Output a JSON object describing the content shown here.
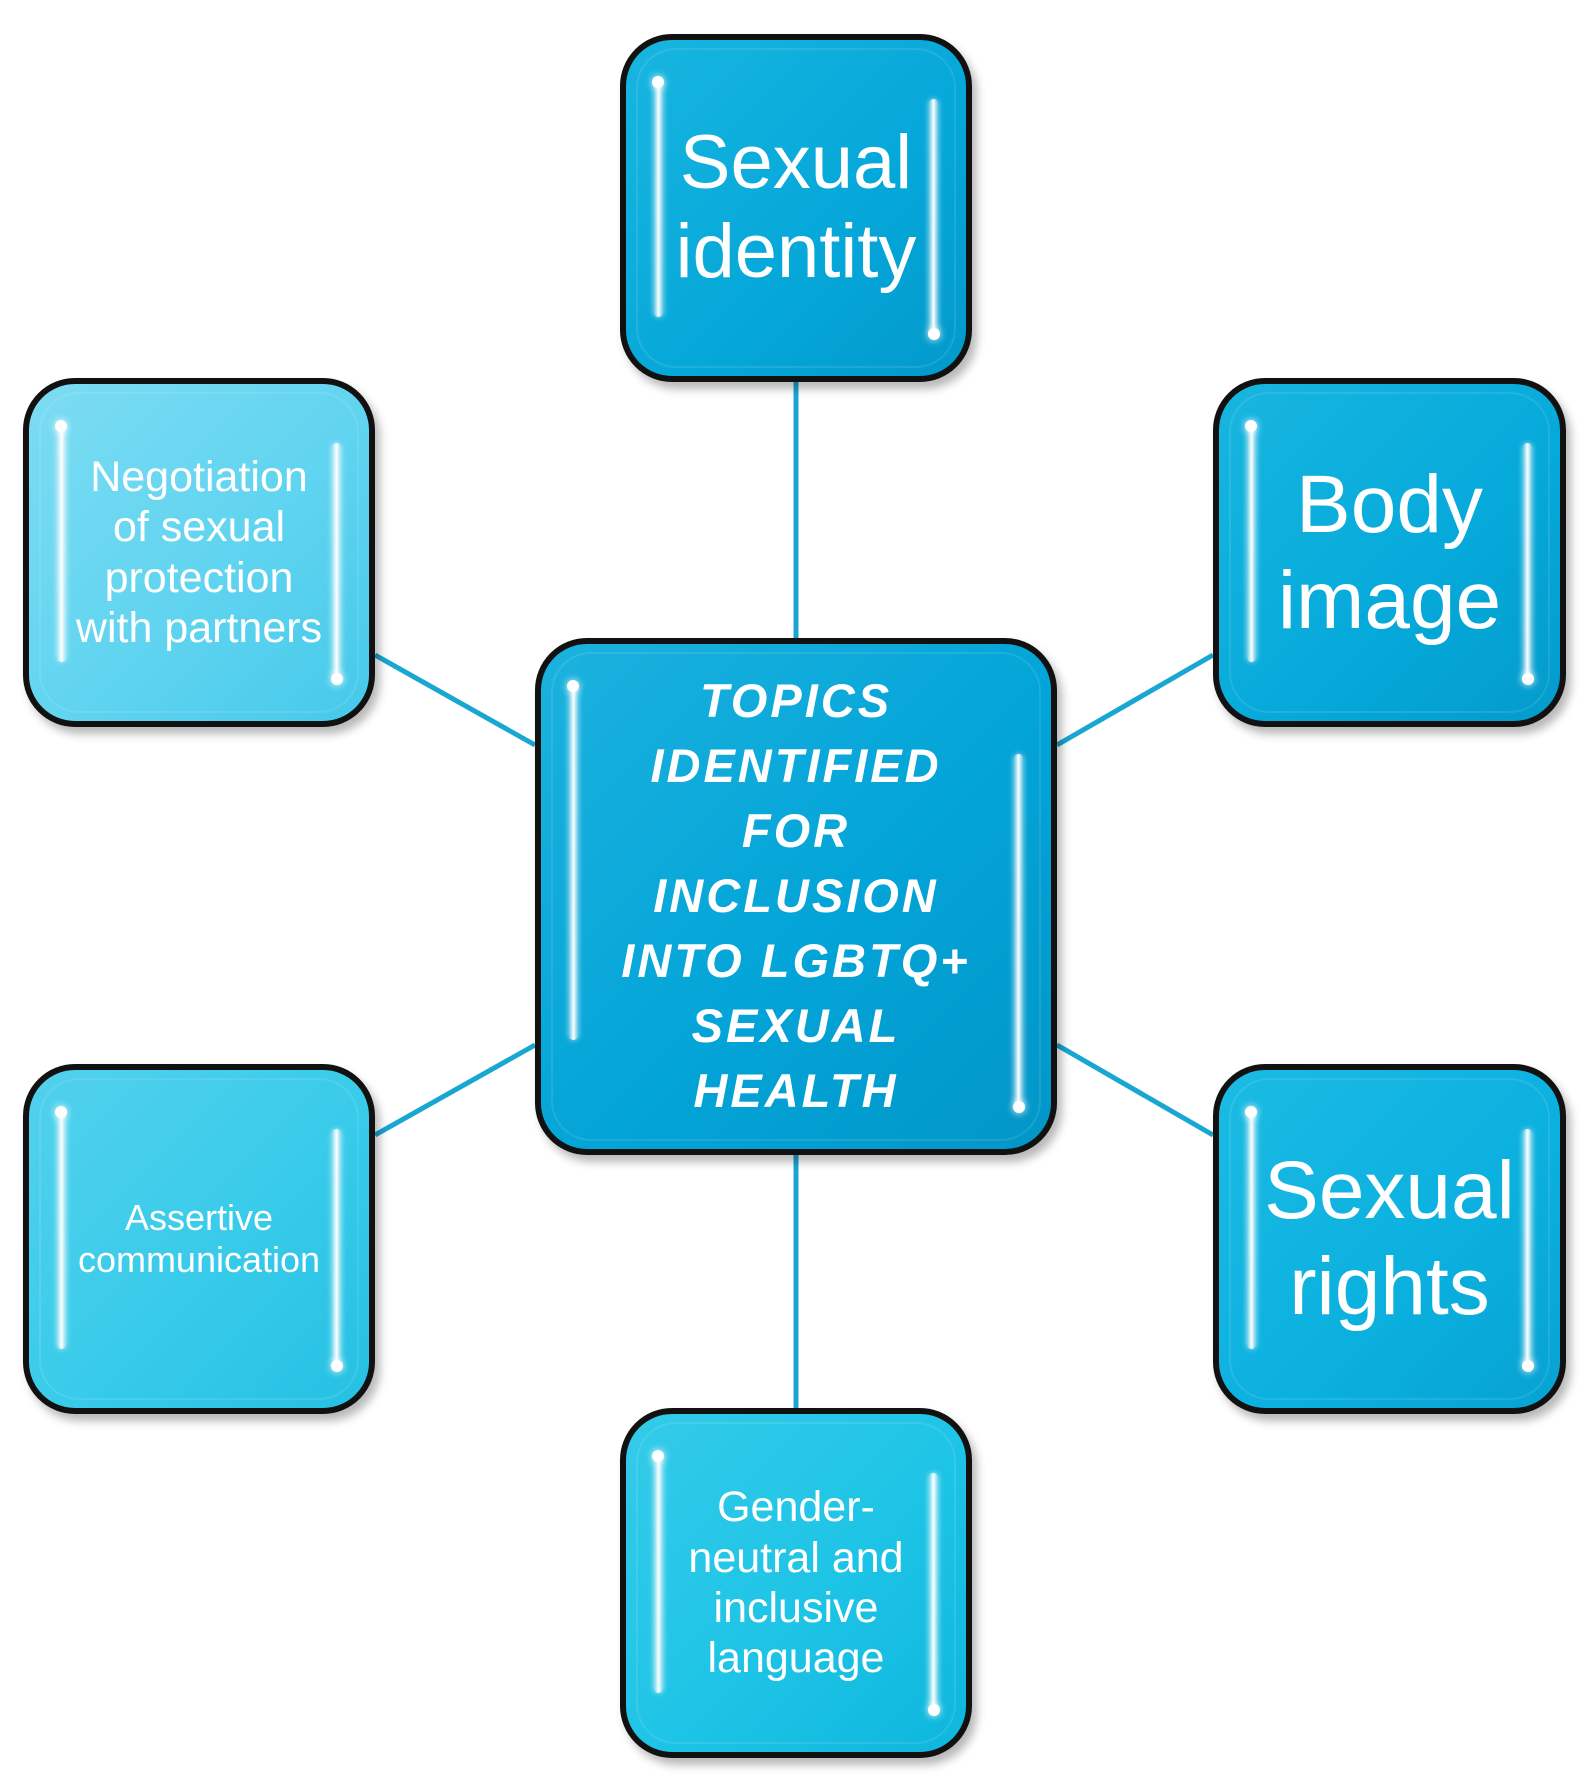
{
  "diagram": {
    "center": {
      "text": "TOPICS\nIDENTIFIED\nFOR\nINCLUSION\nINTO LGBTQ+\nSEXUAL\nHEALTH"
    },
    "topics": [
      {
        "id": "top",
        "text": "Sexual\nidentity"
      },
      {
        "id": "right-top",
        "text": "Body\nimage"
      },
      {
        "id": "right-bottom",
        "text": "Sexual\nrights"
      },
      {
        "id": "bottom",
        "text": "Gender-\nneutral and\ninclusive\nlanguage"
      },
      {
        "id": "left-bottom",
        "text": "Assertive\ncommunication"
      },
      {
        "id": "left-top",
        "text": "Negotiation\nof sexual\nprotection\nwith partners"
      }
    ],
    "colors": {
      "center": "#03a4d8",
      "connector": "#1aa6d2",
      "border": "#111111",
      "text": "#ffffff"
    }
  }
}
